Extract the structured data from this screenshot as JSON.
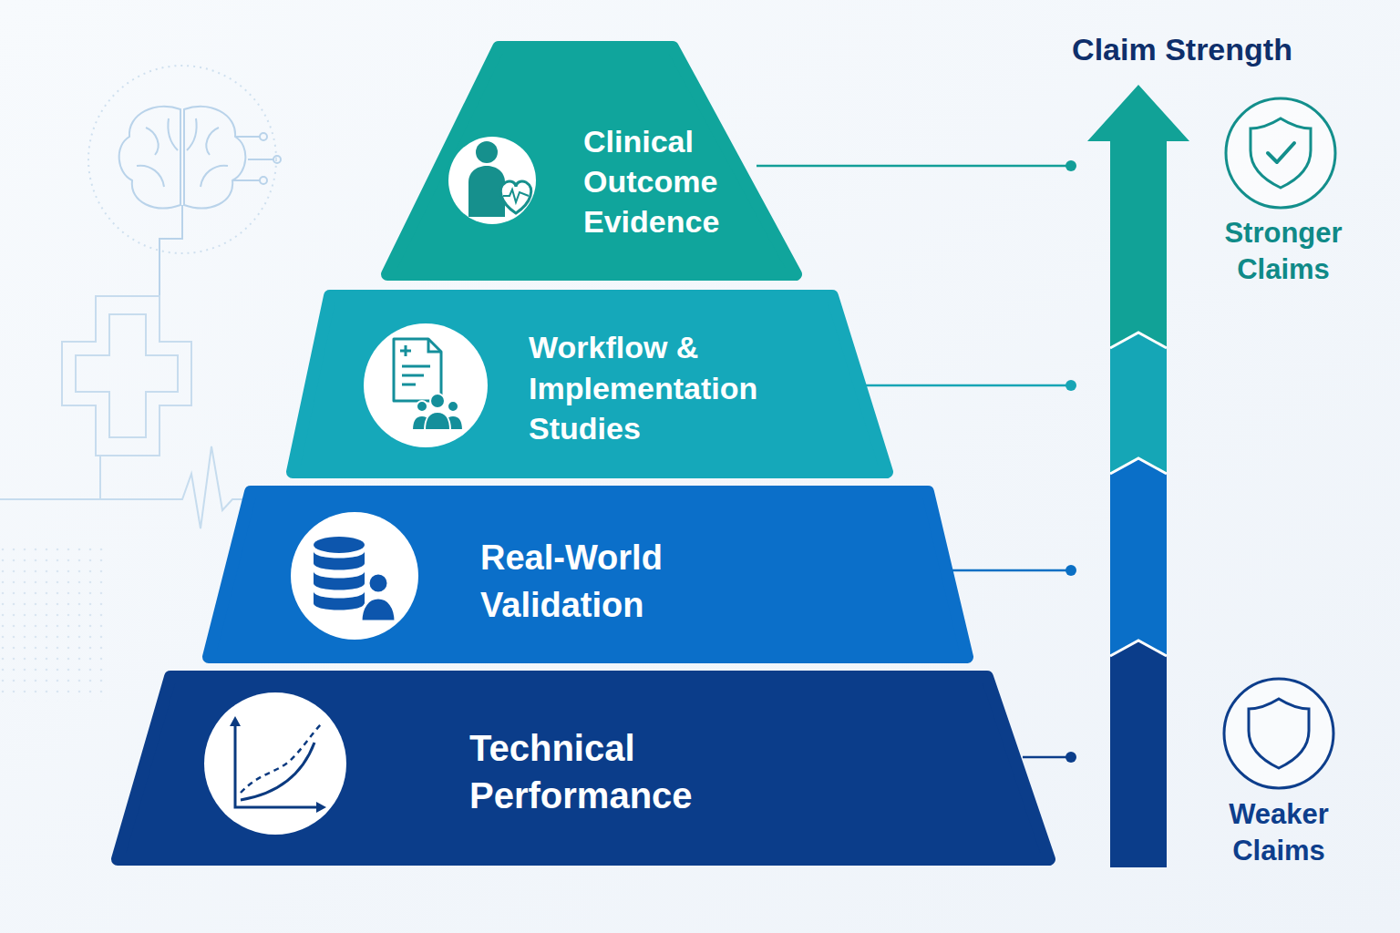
{
  "diagram": {
    "nodes": [
      {
        "text": [
          "Clinical Outcome Evidence"
        ]
      },
      {
        "text": [
          "Workflow & Implementation Studies"
        ]
      },
      {
        "text": [
          "Real-World Validation"
        ]
      },
      {
        "text": [
          "Technical Performance"
        ]
      }
    ],
    "labels": [
      "Claim Strength",
      "Stronger Claims",
      "Weaker Claims"
    ]
  }
}
